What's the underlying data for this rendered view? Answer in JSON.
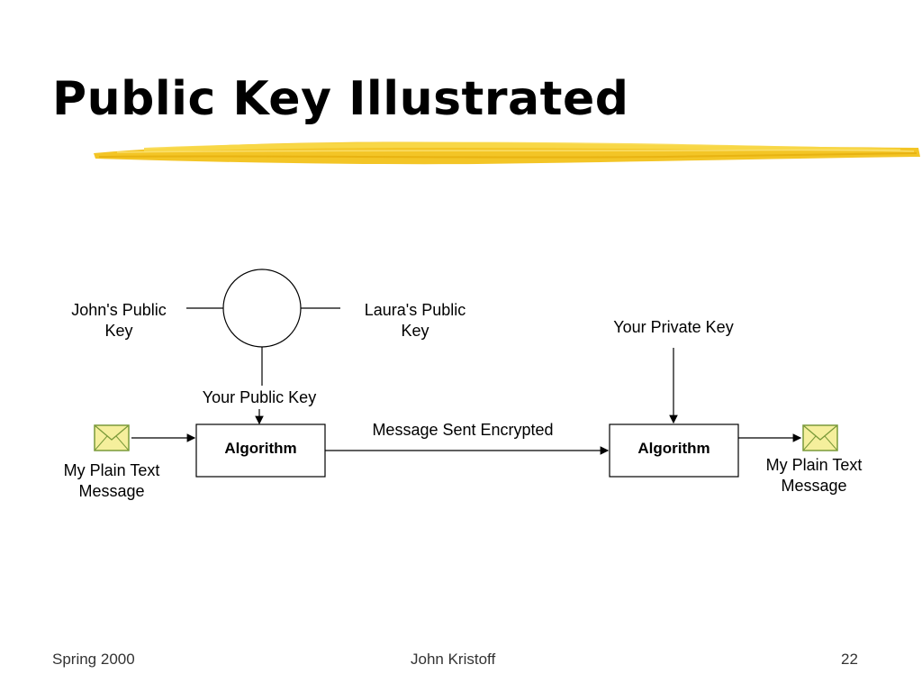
{
  "slide": {
    "title": "Public Key Illustrated",
    "accent_color": "#f2c21a"
  },
  "diagram": {
    "johns_public_key": [
      "John's Public",
      "Key"
    ],
    "lauras_public_key": [
      "Laura's Public",
      "Key"
    ],
    "your_public_key": "Your Public Key",
    "your_private_key": "Your Private Key",
    "message_sent": "Message Sent Encrypted",
    "algorithm_left": "Algorithm",
    "algorithm_right": "Algorithm",
    "plain_text_left": [
      "My Plain Text",
      "Message"
    ],
    "plain_text_right": [
      "My Plain Text",
      "Message"
    ],
    "envelope_icon": "envelope-icon",
    "envelope_color": "#f5ef9c"
  },
  "footer": {
    "left": "Spring 2000",
    "center": "John Kristoff",
    "page_number": "22"
  }
}
